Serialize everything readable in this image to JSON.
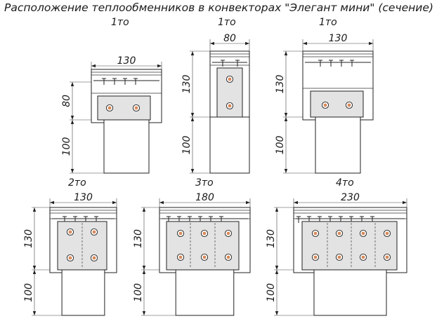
{
  "title": "Расположение теплообменников в конвекторах \"Элегант мини\" (сечение)",
  "sections": [
    {
      "type_label": "1то",
      "width_label": "130",
      "height_labels": [
        "80",
        "100"
      ],
      "exchangers": 1,
      "layout": "horizontal"
    },
    {
      "type_label": "1то",
      "width_label": "80",
      "height_labels": [
        "130",
        "100"
      ],
      "exchangers": 1,
      "layout": "vertical"
    },
    {
      "type_label": "1то",
      "width_label": "130",
      "height_labels": [
        "130",
        "100"
      ],
      "exchangers": 1,
      "layout": "horizontal"
    },
    {
      "type_label": "2то",
      "width_label": "130",
      "height_labels": [
        "130",
        "100"
      ],
      "exchangers": 2,
      "layout": "vertical"
    },
    {
      "type_label": "3то",
      "width_label": "180",
      "height_labels": [
        "130",
        "100"
      ],
      "exchangers": 3,
      "layout": "vertical"
    },
    {
      "type_label": "4то",
      "width_label": "230",
      "height_labels": [
        "130",
        "100"
      ],
      "exchangers": 4,
      "layout": "vertical"
    }
  ]
}
